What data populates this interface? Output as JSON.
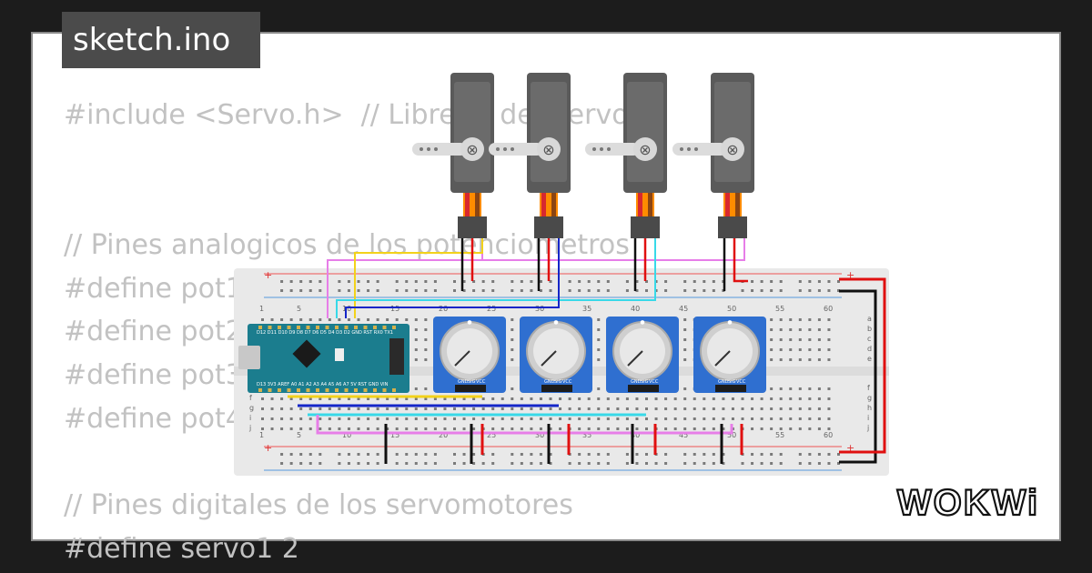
{
  "file_tab": {
    "title": "sketch.ino"
  },
  "code_lines": [
    "#include <Servo.h>  // Libreria del Servo",
    "",
    "",
    "// Pines analogicos de los potenciometros",
    "#define pot1",
    "#define pot2",
    "#define pot3",
    "#define pot4",
    "",
    "// Pines digitales de los servomotores",
    "#define servo1 2"
  ],
  "brand": {
    "logo_text": "WOKWi"
  },
  "breadboard": {
    "column_numbers": [
      "1",
      "5",
      "10",
      "15",
      "20",
      "25",
      "30",
      "35",
      "40",
      "45",
      "50",
      "55",
      "60"
    ],
    "row_letters_top": [
      "a",
      "b",
      "c",
      "d",
      "e"
    ],
    "row_letters_bottom": [
      "f",
      "g",
      "h",
      "i",
      "j"
    ]
  },
  "arduino": {
    "pin_labels_top": "D12 D11 D10 D9 D8 D7 D6 D5 D4 D3 D2 GND RST RX0 TX1",
    "pin_labels_bottom": "D13 3V3 AREF A0 A1 A2 A3 A4 A5 A6 A7 5V RST GND VIN"
  },
  "potentiometer": {
    "pin_labels": [
      "GND",
      "SIG",
      "VCC"
    ]
  },
  "colors": {
    "wire_red": "#e01010",
    "wire_black": "#101010",
    "wire_yellow": "#f2d21b",
    "wire_blue": "#1426c8",
    "wire_cyan": "#38d9e8",
    "wire_pink": "#e77ee8",
    "pot_blue": "#2f6fd0",
    "nano_teal": "#1b7d8e",
    "servo_body": "#5a5a5a"
  }
}
